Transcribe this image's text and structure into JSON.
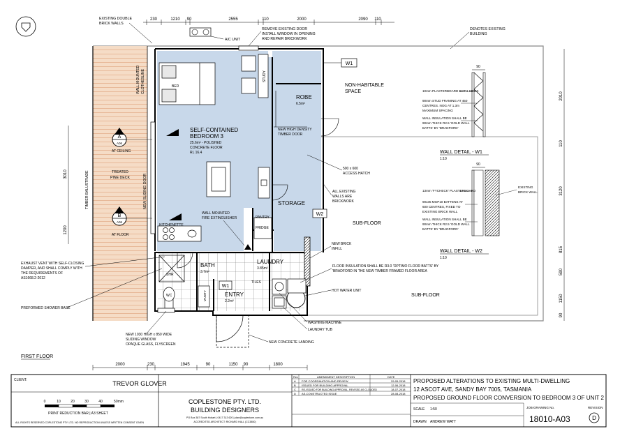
{
  "header": {
    "existing_double_brick": "EXISTING DOUBLE",
    "existing_double_brick_2": "BRICK WALLS",
    "ac_unit": "A/C UNIT",
    "remove_door_1": "REMOVE EXISTING DOOR",
    "remove_door_2": "INSTALL WINDOW IN OPENING",
    "remove_door_3": "AND REPAIR BRICKWORK",
    "denotes_1": "DENOTES EXISTING",
    "denotes_2": "BUILDING"
  },
  "dims_top": [
    "230",
    "1210",
    "90",
    "2555",
    "110",
    "2000",
    "2090",
    "110"
  ],
  "dims_bottom": [
    "2000",
    "230",
    "1945",
    "90",
    "1150",
    "90",
    "1800"
  ],
  "dims_left": [
    "3010",
    "1200"
  ],
  "dims_right": [
    "2010",
    "110",
    "3120",
    "815",
    "590",
    "1150",
    "90"
  ],
  "rooms": {
    "bedroom_1": "SELF-CONTAINED",
    "bedroom_2": "BEDROOM 3",
    "bedroom_area": "25.6m²  - POLISHED",
    "bedroom_floor": "CONCRETE FLOOR",
    "bedroom_rl": "RL 16.4",
    "robe": "ROBE",
    "robe_area": "6.5m²",
    "bed": "BED",
    "study": "STUDY",
    "storage": "STORAGE",
    "pantry": "PANTRY",
    "fridge": "FRIDGE",
    "kitchenette": "KITCHENETTE",
    "bath": "BATH",
    "bath_area": "3.7m²",
    "laundry": "LAUNDRY",
    "laundry_area": "3.85m²",
    "entry": "ENTRY",
    "entry_area": "2.2m²",
    "tiles": "TILES",
    "shr": "SHR",
    "wc": "WC",
    "vanity": "VANITY",
    "non_habitable_1": "NON-HABITABLE",
    "non_habitable_2": "SPACE",
    "subfloor_1": "SUB-FLOOR",
    "subfloor_2": "SUB-FLOOR",
    "treated_1": "TREATED",
    "treated_2": "PINE DECK",
    "balustrade": "TIMBER BALUSTRADE",
    "sliding_door": "NEW SLIDING DOOR",
    "clothesline_1": "WALL MOUNTED",
    "clothesline_2": "CLOTHESLINE"
  },
  "tags": {
    "w1": "W1",
    "w2": "W2",
    "w1_entry": "W1",
    "section_a": "A",
    "section_b": "B",
    "sheet_ref": "A06",
    "at_ceiling": "AT CEILING",
    "at_floor": "AT FLOOR"
  },
  "notes": {
    "timber_door_1": "NEW HIGH DENSITY",
    "timber_door_2": "TIMBER DOOR",
    "access_hatch_1": "500 x 600",
    "access_hatch_2": "ACCESS HATCH",
    "all_walls_1": "ALL EXISTING",
    "all_walls_2": "WALLS ARE",
    "all_walls_3": "BRICKWORK",
    "fire_1": "WALL MOUNTED",
    "fire_2": "FIRE EXTINGUISHER",
    "new_brick_1": "NEW BRICK",
    "new_brick_2": "INFILL",
    "floor_ins_1": "FLOOR INSULATION SHALL BE R3.0 'OPTIMO FLOOR BATTS' BY",
    "floor_ins_2": "'BRADFORD IN THE NEW TIMBER FRAMED FLOOR AREA",
    "hot_water": "HOT WATER UNIT",
    "washing": "WASHING MACHINE",
    "laundry_tub": "LAUNDRY TUB",
    "landing": "NEW CONCRETE LANDING",
    "exhaust_1": "EXHAUST VENT WITH SELF-CLOSING",
    "exhaust_2": "DAMPER, AND SHALL COMPLY WITH",
    "exhaust_3": "THE REQUIREMENTS OF",
    "exhaust_4": "AS1668.2-2012",
    "shower_base": "PREFORMED SHOWER BASE",
    "window_1": "NEW 1030 HIGH x 850 WIDE",
    "window_2": "SLIDING WINDOW",
    "window_3": "OPAQUE GLASS, FLYSCREEN",
    "first_floor": "FIRST FLOOR"
  },
  "wall_w1": {
    "dim": "90",
    "n1": "10mm PLASTERBOARD BOTH SIDES",
    "n2": "90mm STUD FRAMING AT 450",
    "n3": "CENTRES. NOG AT 1.3m",
    "n4": "MAXIMUM SPACING",
    "n5": "WALL INSULATION SHALL BE",
    "n6": "90mm THICK R2.5 'GOLD WALL",
    "n7": "BATTS' BY 'BRADFORD'",
    "title": "WALL DETAIL - W1",
    "scale": "1:10"
  },
  "wall_w2": {
    "dim": "90",
    "n1": "13mm 'FYCHECK' PLASTERBOARD",
    "n2": "90x35 MGP10 BATTENS AT",
    "n3": "600 CENTRES, FIXED TO",
    "n4": "EXISTING BRICK WALL",
    "n5": "WALL INSULATION SHALL BE",
    "n6": "90mm THICK R2.5 'GOLD WALL",
    "n7": "BATTS' BY 'BRADFORD'",
    "existing_1": "EXISTING",
    "existing_2": "BRICK WALL",
    "title": "WALL DETAIL - W2",
    "scale": "1:10"
  },
  "title_block": {
    "client_label": "CLIENT:",
    "client": "TREVOR GLOVER",
    "scale_ticks": [
      "0",
      "10",
      "20",
      "30",
      "40",
      "50mm"
    ],
    "print_bar": "PRINT REDUCTION BAR  |  A3 SHEET",
    "rights": "ALL RIGHTS RESERVED COPLESTONE PTY. LTD. NO REPRODUCTION UNLESS WRITTEN CONSENT GIVEN",
    "company_1": "COPLESTONE PTY. LTD.",
    "company_2": "BUILDING DESIGNERS",
    "company_contact": "PO Box 387 South Hobart | 0417 313 620 | plan@coplestone.com.au",
    "company_arch": "ACCREDITED ARCHITECT: RICHARD HALL (CC3850)",
    "rev_head": [
      "Rev",
      "AMENDMENT DESCRIPTION",
      "DATE"
    ],
    "revisions": [
      {
        "rev": "A",
        "desc": "FOR COORDINATION AND REVIEW",
        "date": "29-05-2018"
      },
      {
        "rev": "B",
        "desc": "ISSUED FOR BUILDING APPROVAL",
        "date": "12-06-2018"
      },
      {
        "rev": "C",
        "desc": "RE-ISSUED FOR BUILDING APPROVAL, REVISED AS CLOUDED",
        "date": "18-07-2018"
      },
      {
        "rev": "D",
        "desc": "AS-CONSTRUCTED ISSUE",
        "date": "28-08-2018"
      }
    ],
    "scale_label": "SCALE",
    "scale": "1:50",
    "drawn_label": "DRAWN",
    "drawn": "ANDREW WATT",
    "project_1": "PROPOSED ALTERATIONS TO EXISTING MULTI-DWELLING",
    "project_2": "12 ASCOT AVE, SANDY BAY 7005, TASMANIA",
    "project_3": "PROPOSED GROUND FLOOR CONVERSION TO BEDROOM 3 OF UNIT 2",
    "job_label": "JOB-DRAWING No.",
    "job": "18010-A03",
    "revision_label": "REVISION",
    "revision": "D"
  },
  "colors": {
    "room_fill": "#c8d8ea",
    "deck_fill": "#f5dcc6",
    "deck_line": "#e7b898",
    "brick": "#555555",
    "line": "#000000"
  }
}
